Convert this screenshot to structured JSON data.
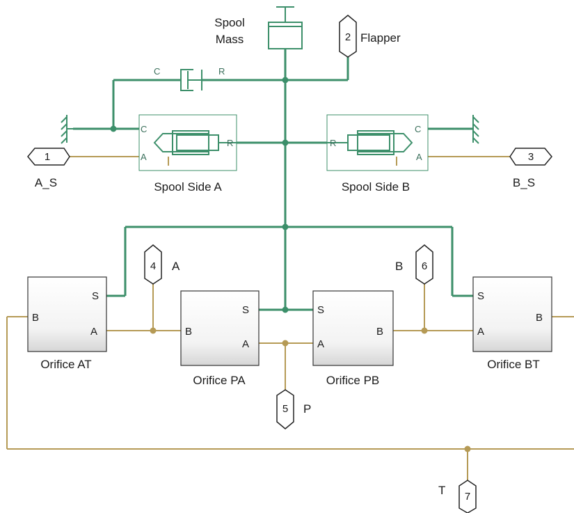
{
  "spool_mass": {
    "label_line1": "Spool",
    "label_line2": "Mass"
  },
  "damper": {
    "port_c": "C",
    "port_r": "R"
  },
  "spool_side_a": {
    "label": "Spool Side A",
    "port_c": "C",
    "port_a": "A",
    "port_r": "R"
  },
  "spool_side_b": {
    "label": "Spool Side B",
    "port_c": "C",
    "port_a": "A",
    "port_r": "R"
  },
  "ports": [
    {
      "number": "1",
      "name": "A_S"
    },
    {
      "number": "2",
      "name": "Flapper"
    },
    {
      "number": "3",
      "name": "B_S"
    },
    {
      "number": "4",
      "name": "A"
    },
    {
      "number": "5",
      "name": "P"
    },
    {
      "number": "6",
      "name": "B"
    },
    {
      "number": "7",
      "name": "T"
    }
  ],
  "orifices": [
    {
      "label": "Orifice AT",
      "port_s": "S",
      "port_a": "A",
      "port_b": "B"
    },
    {
      "label": "Orifice PA",
      "port_s": "S",
      "port_a": "A",
      "port_b": "B"
    },
    {
      "label": "Orifice PB",
      "port_s": "S",
      "port_a": "A",
      "port_b": "B"
    },
    {
      "label": "Orifice BT",
      "port_s": "S",
      "port_a": "A",
      "port_b": "B"
    }
  ],
  "colors": {
    "mechanical": "#3c8f6a",
    "hydraulic": "#b59a55",
    "block_outline": "#333333"
  }
}
